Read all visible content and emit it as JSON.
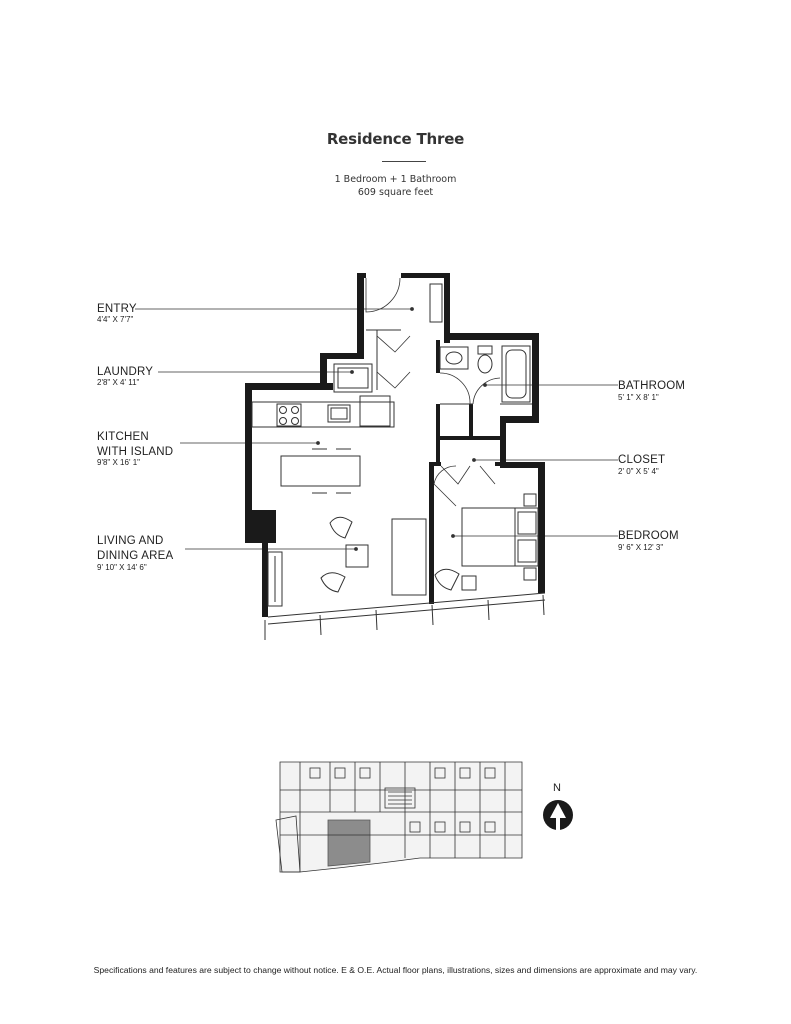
{
  "header": {
    "title": "Residence Three",
    "subtitle": "1 Bedroom + 1 Bathroom",
    "area": "609 square feet"
  },
  "rooms": {
    "entry": {
      "name": "ENTRY",
      "dims": "4'4\" X 7'7\""
    },
    "laundry": {
      "name": "LAUNDRY",
      "dims": "2'8\" X 4' 11\""
    },
    "kitchen": {
      "name_line1": "KITCHEN",
      "name_line2": "WITH ISLAND",
      "dims": "9'8\" X 16' 1\""
    },
    "living": {
      "name_line1": "LIVING AND",
      "name_line2": "DINING AREA",
      "dims": "9' 10\" X 14' 6\""
    },
    "bathroom": {
      "name": "BATHROOM",
      "dims": "5' 1\" X 8' 1\""
    },
    "closet": {
      "name": "CLOSET",
      "dims": "2' 0\" X 5' 4\""
    },
    "bedroom": {
      "name": "BEDROOM",
      "dims": "9' 6\" X 12' 3\""
    }
  },
  "keyplan": {
    "north_label": "N"
  },
  "footer": {
    "disclaimer": "Specifications and features are subject to change without notice. E & O.E. Actual floor plans, illustrations, sizes and dimensions are approximate and may vary."
  },
  "colors": {
    "wall": "#1a1a1a",
    "line": "#333333",
    "highlight_unit": "#8c8c8c"
  }
}
